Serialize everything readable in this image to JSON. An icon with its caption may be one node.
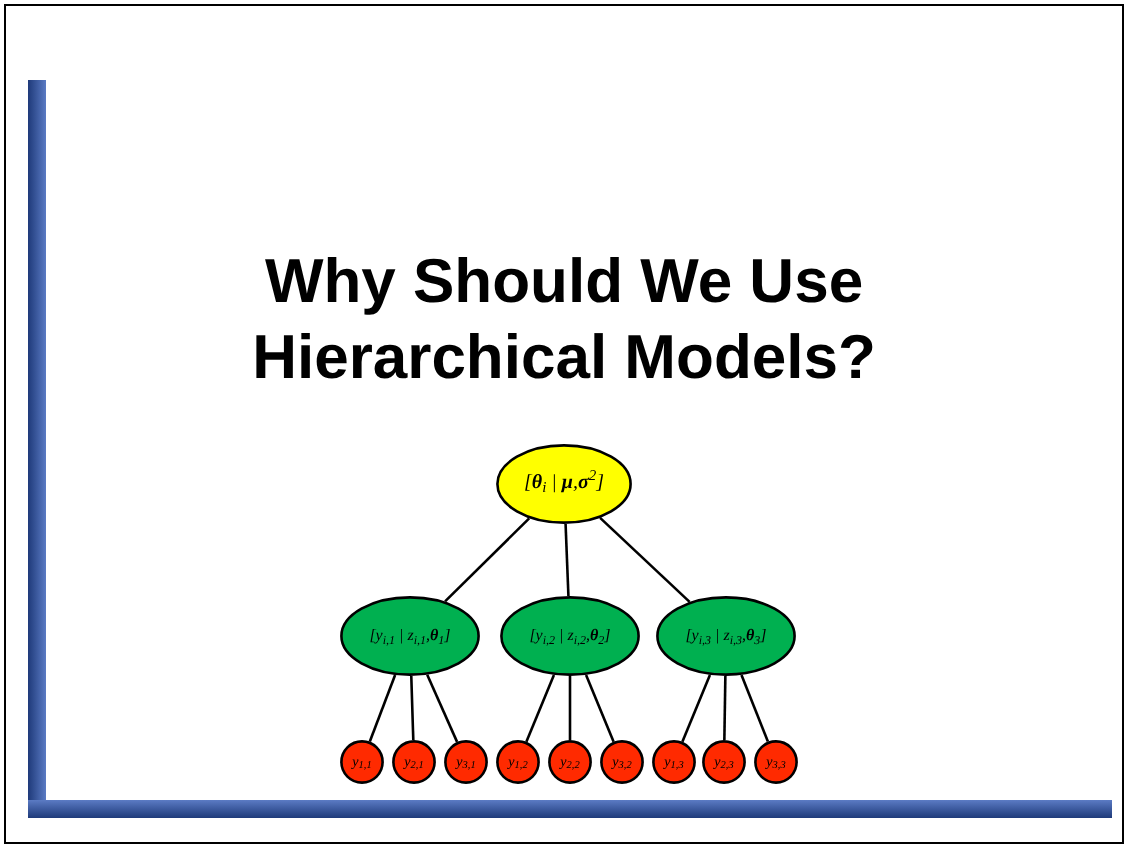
{
  "diagram": {
    "title": "Why Should We Use Hierarchical Models?",
    "nodes": [
      {
        "text": [
          "[**θ**$_{i}$ | **μ**,**σ**$^{2}$]"
        ]
      },
      {
        "text": [
          "[y$_{i,1}$ | z$_{i,1}$,**θ**$_{1}$]"
        ]
      },
      {
        "text": [
          "[y$_{i,2}$ | z$_{i,2}$,**θ**$_{2}$]"
        ]
      },
      {
        "text": [
          "[y$_{i,3}$ | z$_{i,3}$,**θ**$_{3}$]"
        ]
      },
      {
        "text": [
          "y$_{1,1}$"
        ]
      },
      {
        "text": [
          "y$_{2,1}$"
        ]
      },
      {
        "text": [
          "y$_{3,1}$"
        ]
      },
      {
        "text": [
          "y$_{1,2}$"
        ]
      },
      {
        "text": [
          "y$_{2,2}$"
        ]
      },
      {
        "text": [
          "y$_{3,2}$"
        ]
      },
      {
        "text": [
          "y$_{1,3}$"
        ]
      },
      {
        "text": [
          "y$_{2,3}$"
        ]
      },
      {
        "text": [
          "y$_{3,3}$"
        ]
      }
    ],
    "edges": [
      {
        "from": 0,
        "to": 1,
        "arrow": "none"
      },
      {
        "from": 0,
        "to": 2,
        "arrow": "none"
      },
      {
        "from": 0,
        "to": 3,
        "arrow": "none"
      },
      {
        "from": 1,
        "to": 4,
        "arrow": "none"
      },
      {
        "from": 1,
        "to": 5,
        "arrow": "none"
      },
      {
        "from": 1,
        "to": 6,
        "arrow": "none"
      },
      {
        "from": 2,
        "to": 7,
        "arrow": "none"
      },
      {
        "from": 2,
        "to": 8,
        "arrow": "none"
      },
      {
        "from": 2,
        "to": 9,
        "arrow": "none"
      },
      {
        "from": 3,
        "to": 10,
        "arrow": "none"
      },
      {
        "from": 3,
        "to": 11,
        "arrow": "none"
      },
      {
        "from": 3,
        "to": 12,
        "arrow": "none"
      }
    ]
  }
}
